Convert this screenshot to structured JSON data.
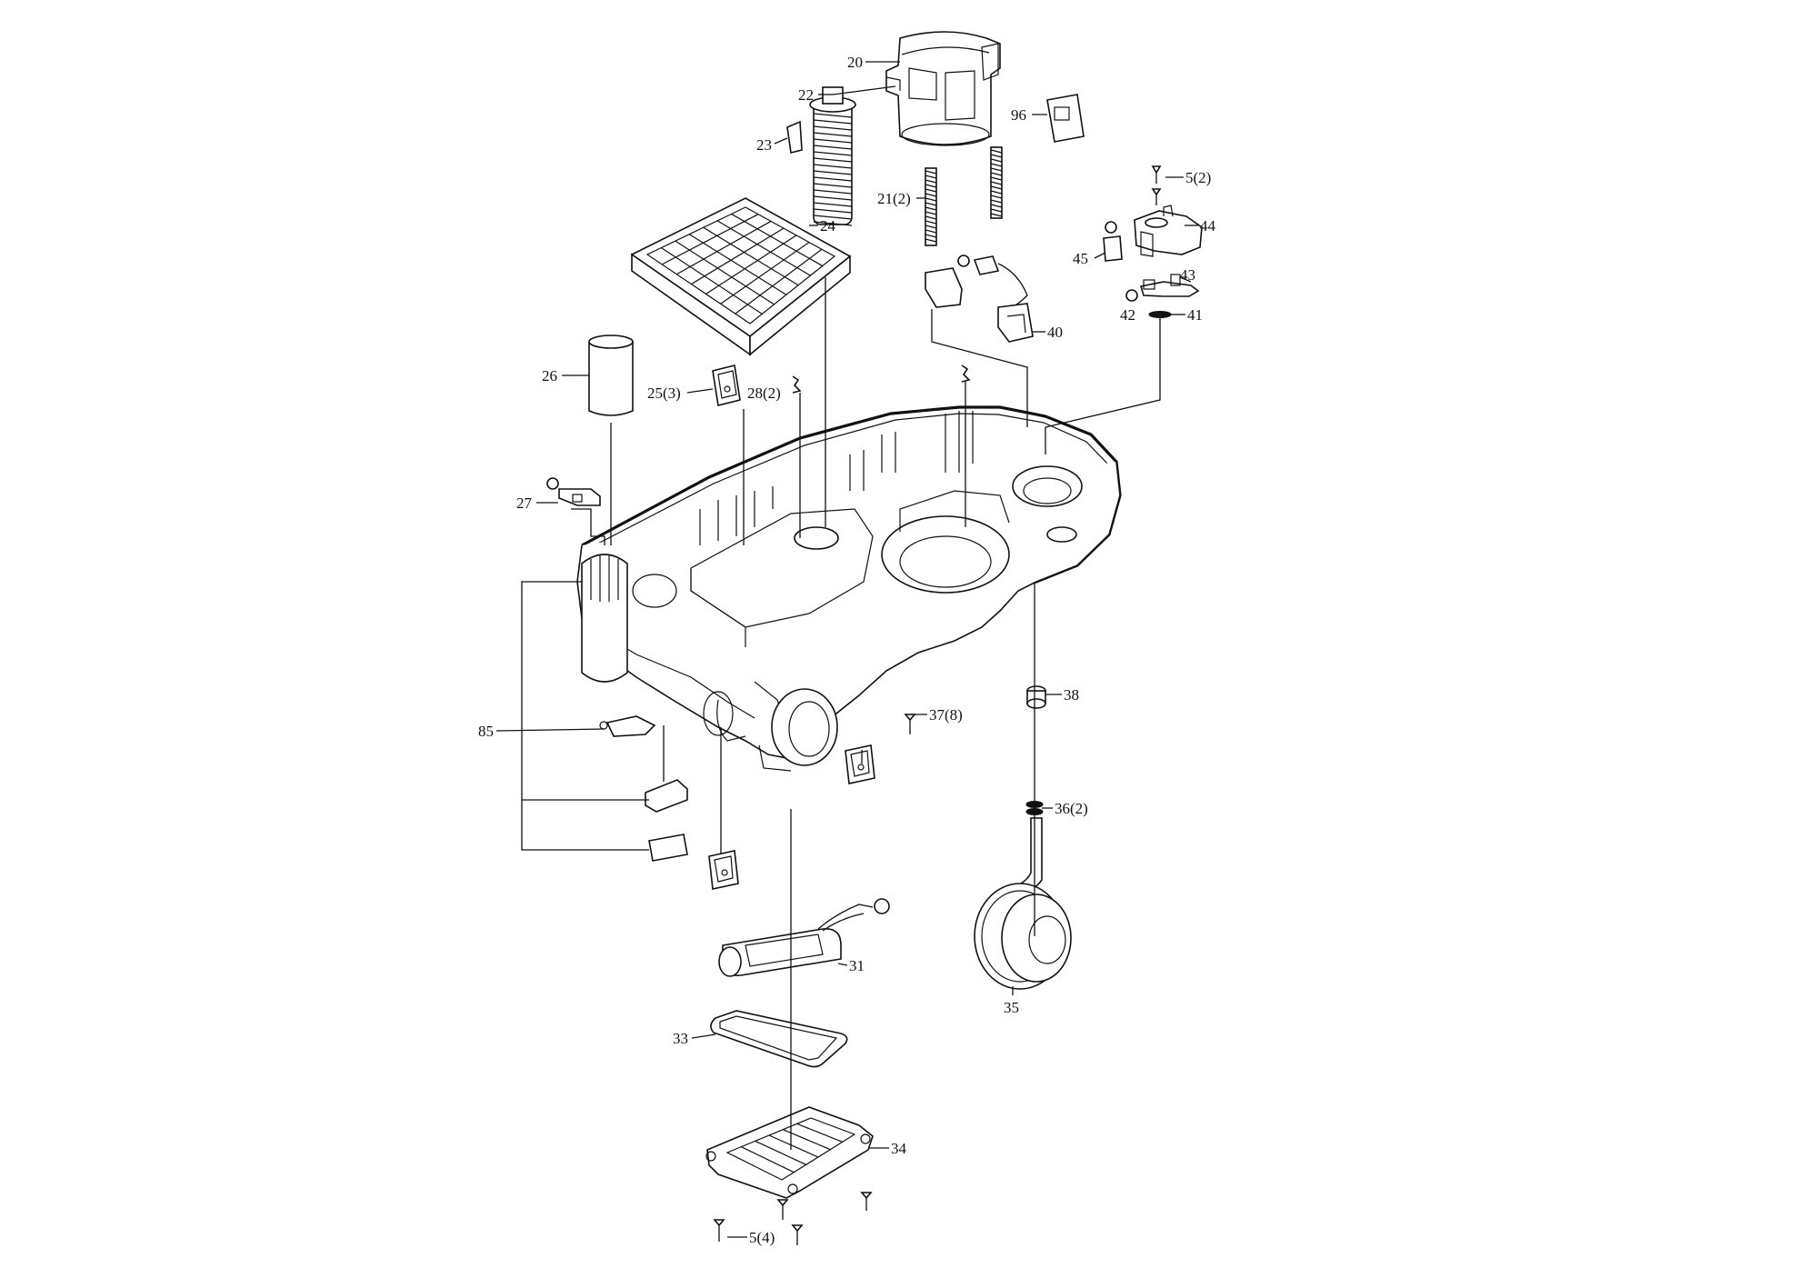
{
  "diagram": {
    "labels": {
      "p20": "20",
      "p22": "22",
      "p23": "23",
      "p96": "96",
      "p21": "21(2)",
      "p24": "24",
      "p5a": "5(2)",
      "p44": "44",
      "p45": "45",
      "p43": "43",
      "p42": "42",
      "p41": "41",
      "p40": "40",
      "p26": "26",
      "p25": "25(3)",
      "p28": "28(2)",
      "p27": "27",
      "p85": "85",
      "p38": "38",
      "p37": "37(8)",
      "p36": "36(2)",
      "p31": "31",
      "p35": "35",
      "p33": "33",
      "p34": "34",
      "p5b": "5(4)"
    }
  }
}
